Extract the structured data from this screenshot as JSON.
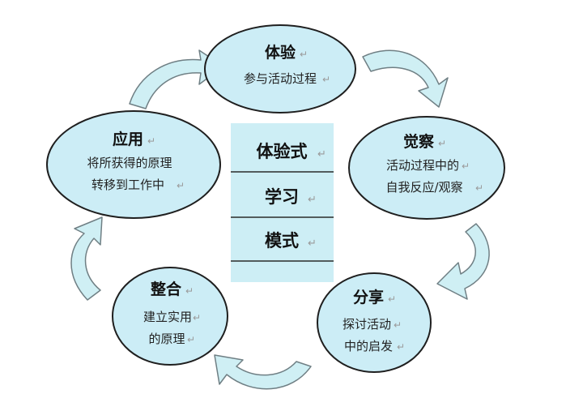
{
  "center": {
    "lines": [
      "体验式",
      "学习",
      "模式"
    ]
  },
  "nodes": [
    {
      "id": "experience",
      "title": "体验",
      "lines": [
        "参与活动过程"
      ]
    },
    {
      "id": "awareness",
      "title": "觉察",
      "lines": [
        "活动过程中的",
        "自我反应/观察"
      ]
    },
    {
      "id": "sharing",
      "title": "分享",
      "lines": [
        "探讨活动",
        "中的启发"
      ]
    },
    {
      "id": "integration",
      "title": "整合",
      "lines": [
        "建立实用",
        "的原理"
      ]
    },
    {
      "id": "application",
      "title": "应用",
      "lines": [
        "将所获得的原理",
        "转移到工作中"
      ]
    }
  ],
  "colors": {
    "ellipse_fill": "#ccedf6",
    "ellipse_stroke": "#1f1f1f",
    "center_fill": "#cdeef5",
    "center_line": "#2b2b2b",
    "arrow_fill": "#cfeff4",
    "arrow_stroke": "#6f7f84"
  },
  "paragraph_mark": "↵"
}
